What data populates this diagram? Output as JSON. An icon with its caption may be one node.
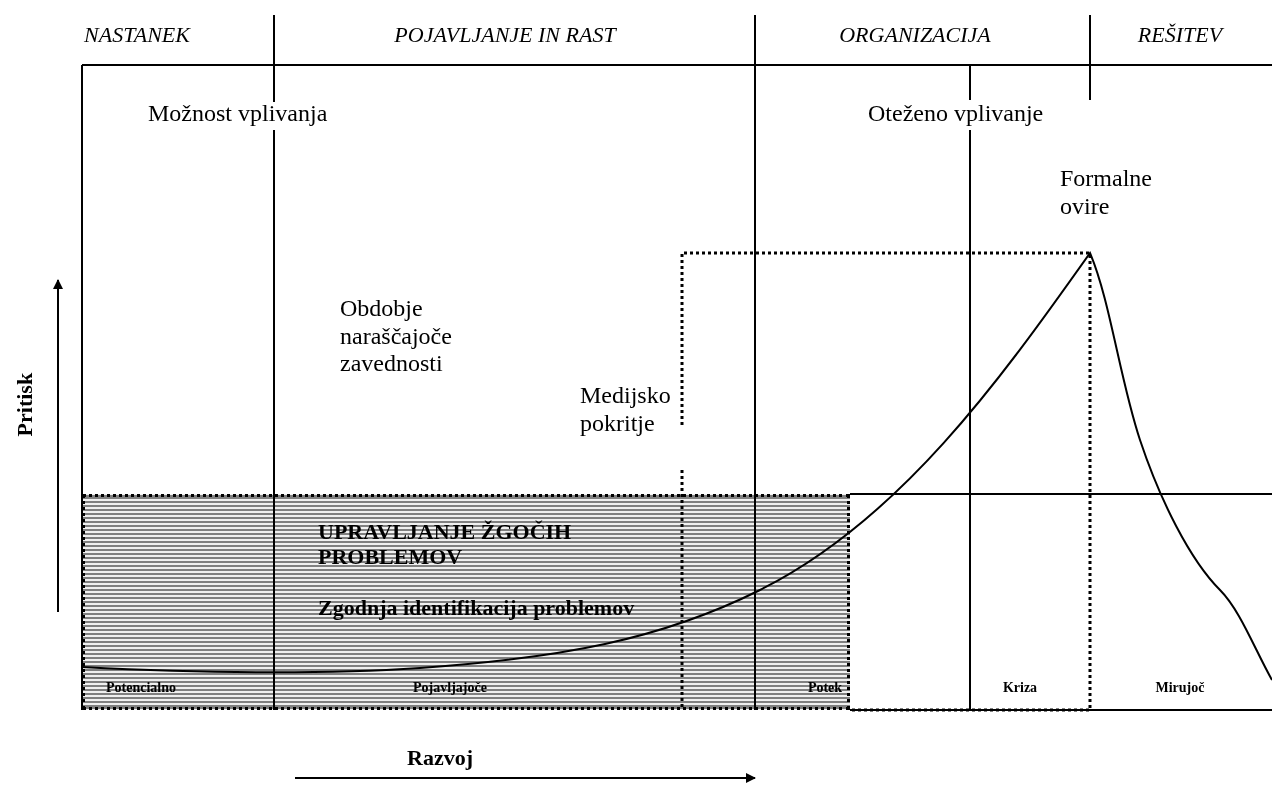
{
  "diagram": {
    "nodes": [
      {
        "text": [
          "UPRAVLJANJE ŽGOČIH PROBLEMOV",
          "Zgodnja identifikacija problemov"
        ]
      }
    ],
    "labels": [
      "NASTANEK",
      "POJAVLJANJE IN RAST",
      "ORGANIZACIJA",
      "REŠITEV",
      "Možnost vplivanja",
      "Oteženo vplivanje",
      "Formalne ovire",
      "Obdobje naraščajoče zavednosti",
      "Medijsko pokritje",
      "Pritisk",
      "Potencialno",
      "Pojavljajoče",
      "Potek",
      "Kriza",
      "Mirujoč",
      "Razvoj"
    ]
  }
}
